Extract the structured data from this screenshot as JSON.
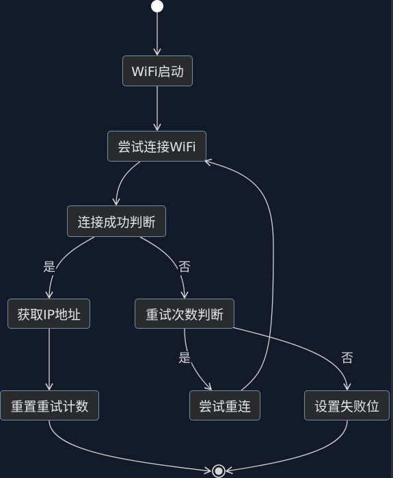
{
  "colors": {
    "background": "#131a29",
    "node_fill": "#2a2b2d",
    "node_border": "#6f8fa8",
    "edge": "#d6d6d6",
    "text": "#e6e6e6"
  },
  "nodes": {
    "wifi_start": "WiFi启动",
    "try_connect": "尝试连接WiFi",
    "connect_check": "连接成功判断",
    "get_ip": "获取IP地址",
    "retry_count_check": "重试次数判断",
    "reset_retry": "重置重试计数",
    "try_reconnect": "尝试重连",
    "set_fail_flag": "设置失败位"
  },
  "edge_labels": {
    "connect_yes": "是",
    "connect_no": "否",
    "retry_yes": "是",
    "retry_no": "否"
  }
}
